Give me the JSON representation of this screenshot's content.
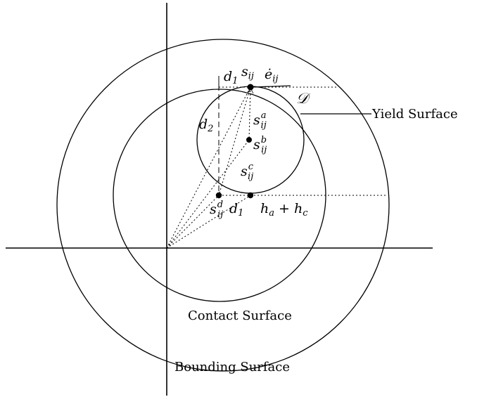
{
  "labels": {
    "yield_surface": "Yield Surface",
    "contact_surface": "Contact Surface",
    "bounding_surface": "Bounding Surface",
    "d1_top": {
      "main": "d",
      "sub": "1"
    },
    "d1_bottom": {
      "main": "d",
      "sub": "1"
    },
    "d2": {
      "main": "d",
      "sub": "2"
    },
    "s_ij": {
      "main": "s",
      "sub": "ij"
    },
    "e_dot_ij": {
      "main": "ė",
      "sub": "ij"
    },
    "D": "𝒟",
    "s_a_ij": {
      "main": "s",
      "sup": "a",
      "sub": "ij"
    },
    "s_b_ij": {
      "main": "s",
      "sup": "b",
      "sub": "ij"
    },
    "s_c_ij": {
      "main": "s",
      "sup": "c",
      "sub": "ij"
    },
    "s_d_ij": {
      "main": "s",
      "sup": "d",
      "sub": "ij"
    },
    "h_sum": {
      "h1": "h",
      "sub1": "a",
      "plus": " + ",
      "h2": "h",
      "sub2": "c"
    }
  }
}
